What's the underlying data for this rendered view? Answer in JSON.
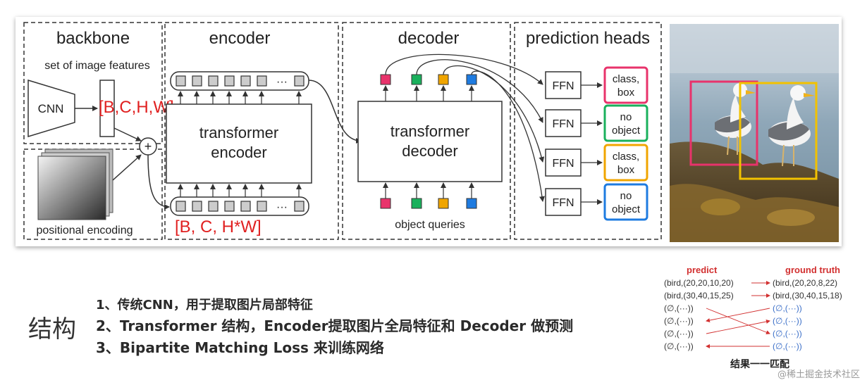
{
  "diagram": {
    "sections": {
      "backbone": "backbone",
      "encoder": "encoder",
      "decoder": "decoder",
      "prediction_heads": "prediction heads"
    },
    "backbone": {
      "image_features_label": "set of image features",
      "cnn_label": "CNN",
      "feature_shape": "[B,C,H,W]",
      "positional_label": "positional encoding"
    },
    "encoder": {
      "block_line1": "transformer",
      "block_line2": "encoder",
      "token_ellipsis": "···",
      "flattened_shape": "[B, C, H*W]"
    },
    "decoder": {
      "block_line1": "transformer",
      "block_line2": "decoder",
      "queries_label": "object queries",
      "query_colors": [
        "#e8336b",
        "#1ab05c",
        "#f0a500",
        "#1e7be0"
      ]
    },
    "heads": [
      {
        "ffn": "FFN",
        "line1": "class,",
        "line2": "box",
        "color": "#e8336b"
      },
      {
        "ffn": "FFN",
        "line1": "no",
        "line2": "object",
        "color": "#1ab05c"
      },
      {
        "ffn": "FFN",
        "line1": "class,",
        "line2": "box",
        "color": "#f0a500"
      },
      {
        "ffn": "FFN",
        "line1": "no",
        "line2": "object",
        "color": "#1e7be0"
      }
    ],
    "photo_box_colors": [
      "#e8336b",
      "#f2c200"
    ]
  },
  "structure": {
    "title": "结构",
    "items": [
      "1、传统CNN，用于提取图片局部特征",
      "2、Transformer 结构，Encoder提取图片全局特征和 Decoder 做预测",
      "3、Bipartite Matching Loss 来训练网络"
    ]
  },
  "matching": {
    "predict_header": "predict",
    "truth_header": "ground truth",
    "predictions": [
      "(bird,(20,20,10,20)",
      "(bird,(30,40,15,25)",
      "(∅,(···))",
      "(∅,(···))",
      "(∅,(···))",
      "(∅,(···))"
    ],
    "truths": [
      "(bird,(20,20,8,22)",
      "(bird,(30,40,15,18)",
      "(∅,(···))",
      "(∅,(···))",
      "(∅,(···))",
      "(∅,(···))"
    ],
    "caption": "结果一一匹配"
  },
  "watermark": "@稀土掘金技术社区"
}
